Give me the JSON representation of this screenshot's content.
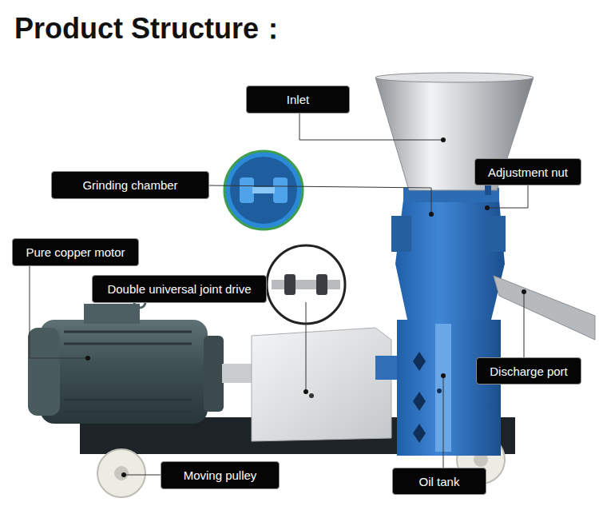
{
  "diagram": {
    "title": "Product Structure：",
    "nodes": [
      {
        "text": [
          "Inlet"
        ]
      },
      {
        "text": [
          "Grinding chamber"
        ]
      },
      {
        "text": [
          "Adjustment nut"
        ]
      },
      {
        "text": [
          "Pure copper motor"
        ]
      },
      {
        "text": [
          "Double universal joint drive"
        ]
      },
      {
        "text": [
          "Discharge port"
        ]
      },
      {
        "text": [
          "Moving pulley"
        ]
      },
      {
        "text": [
          "Oil tank"
        ]
      }
    ]
  }
}
